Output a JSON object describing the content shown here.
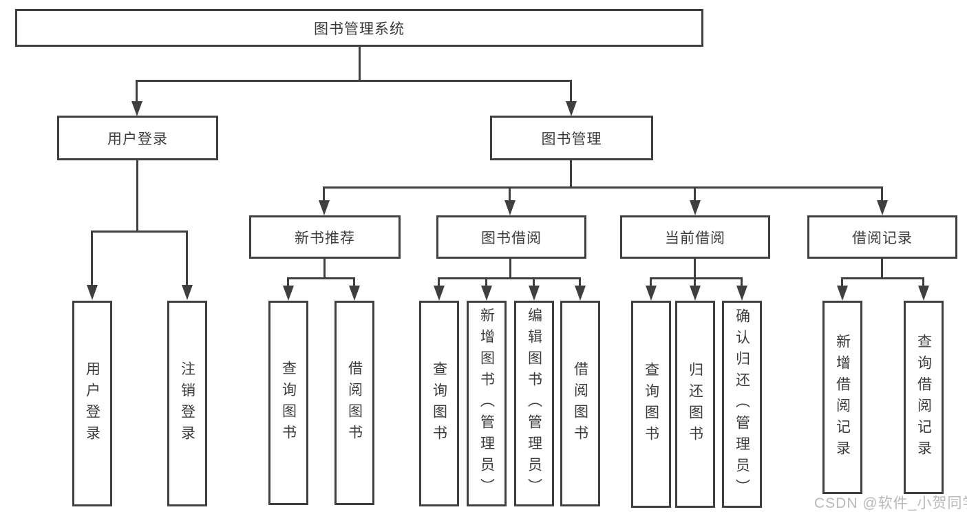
{
  "diagram_title": "图书管理系统",
  "tree": {
    "root": "图书管理系统",
    "children": [
      {
        "label": "用户登录",
        "children": [
          "用户登录",
          "注销登录"
        ]
      },
      {
        "label": "图书管理",
        "children": [
          {
            "label": "新书推荐",
            "children": [
              "查询图书",
              "借阅图书"
            ]
          },
          {
            "label": "图书借阅",
            "children": [
              "查询图书",
              "新增图书（管理员）",
              "编辑图书（管理员）",
              "借阅图书"
            ]
          },
          {
            "label": "当前借阅",
            "children": [
              "查询图书",
              "归还图书",
              "确认归还（管理员）"
            ]
          },
          {
            "label": "借阅记录",
            "children": [
              "新增借阅记录",
              "查询借阅记录"
            ]
          }
        ]
      }
    ]
  },
  "watermark": {
    "text": "CSDN @软件_小贺同学"
  },
  "colors": {
    "line": "#3f3f3f",
    "text": "#3c3c3c",
    "box_background": "#ffffff",
    "watermark": "#b9b9b9",
    "page_background": "#ffffff"
  }
}
